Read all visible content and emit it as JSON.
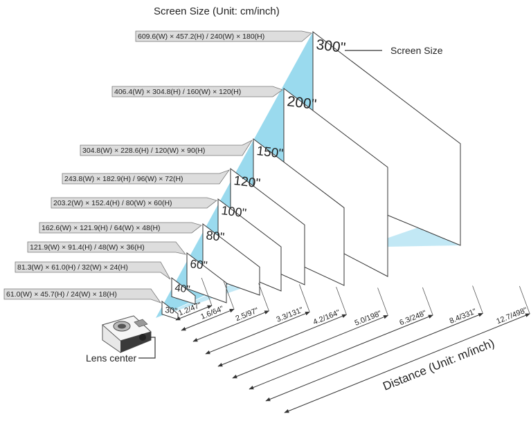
{
  "title": "Screen Size (Unit: cm/inch)",
  "screen_size_label": "Screen Size",
  "lens_center_label": "Lens center",
  "distance_axis_label": "Distance (Unit: m/inch)",
  "colors": {
    "beam": "#8fd6ec",
    "line": "#333333",
    "label_bg": "#dddddd",
    "screen_fill": "#ffffff"
  },
  "screens": [
    {
      "diag": "30\"",
      "size": "61.0(W) × 45.7(H) / 24(W) × 18(H)",
      "distance": ""
    },
    {
      "diag": "40\"",
      "size": "81.3(W) × 61.0(H) / 32(W) × 24(H)",
      "distance": "1.2/47\""
    },
    {
      "diag": "60\"",
      "size": "121.9(W) × 91.4(H) / 48(W) × 36(H)",
      "distance": "1.6/64\""
    },
    {
      "diag": "80\"",
      "size": "162.6(W) × 121.9(H) / 64(W) × 48(H)",
      "distance": "2.5/97\""
    },
    {
      "diag": "100\"",
      "size": "203.2(W) × 152.4(H) / 80(W) × 60(H)",
      "distance": "3.3/131\""
    },
    {
      "diag": "120\"",
      "size": "243.8(W) × 182.9(H) / 96(W) × 72(H)",
      "distance": "4.2/164\""
    },
    {
      "diag": "150\"",
      "size": "304.8(W) × 228.6(H) / 120(W) × 90(H)",
      "distance": "5.0/198\""
    },
    {
      "diag": "200\"",
      "size": "406.4(W) × 304.8(H) / 160(W) × 120(H)",
      "distance": "6.3/248\""
    },
    {
      "diag": "300\"",
      "size": "609.6(W) × 457.2(H) / 240(W) × 180(H)",
      "distance": "8.4/331\""
    }
  ],
  "extra_distance": "12.7/498\""
}
